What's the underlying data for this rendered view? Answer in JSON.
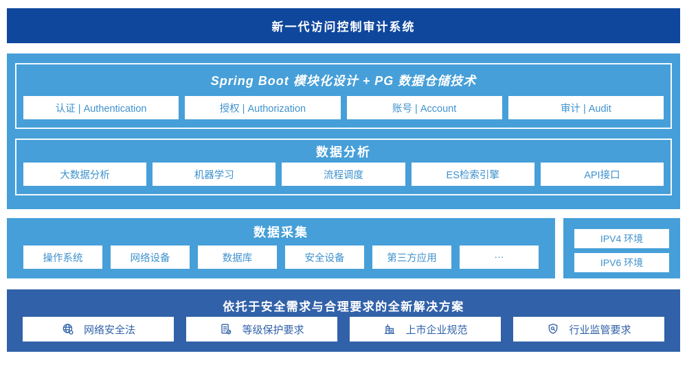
{
  "banner": {
    "title": "新一代访问控制审计系统"
  },
  "colors": {
    "banner_blue": "#0F479D",
    "light_blue": "#469FD8",
    "solution_blue": "#3161A8",
    "item_text_blue": "#3E91CD",
    "box_background": "#FFFFFF"
  },
  "platform": {
    "modules": {
      "title": "Spring Boot 模块化设计 + PG 数据仓储技术",
      "items": [
        "认证 | Authentication",
        "授权 | Authorization",
        "账号 | Account",
        "审计 | Audit"
      ]
    },
    "analysis": {
      "title": "数据分析",
      "items": [
        "大数据分析",
        "机器学习",
        "流程调度",
        "ES检索引擎",
        "API接口"
      ]
    }
  },
  "collection": {
    "title": "数据采集",
    "items": [
      "操作系统",
      "网络设备",
      "数据库",
      "安全设备",
      "第三方应用",
      "···"
    ]
  },
  "environments": {
    "items": [
      "IPV4 环境",
      "IPV6 环境"
    ]
  },
  "solution": {
    "title": "依托于安全需求与合理要求的全新解决方案",
    "items": [
      {
        "icon": "globe-icon",
        "label": "网络安全法"
      },
      {
        "icon": "document-check-icon",
        "label": "等级保护要求"
      },
      {
        "icon": "building-icon",
        "label": "上市企业规范"
      },
      {
        "icon": "shield-search-icon",
        "label": "行业监管要求"
      }
    ]
  }
}
